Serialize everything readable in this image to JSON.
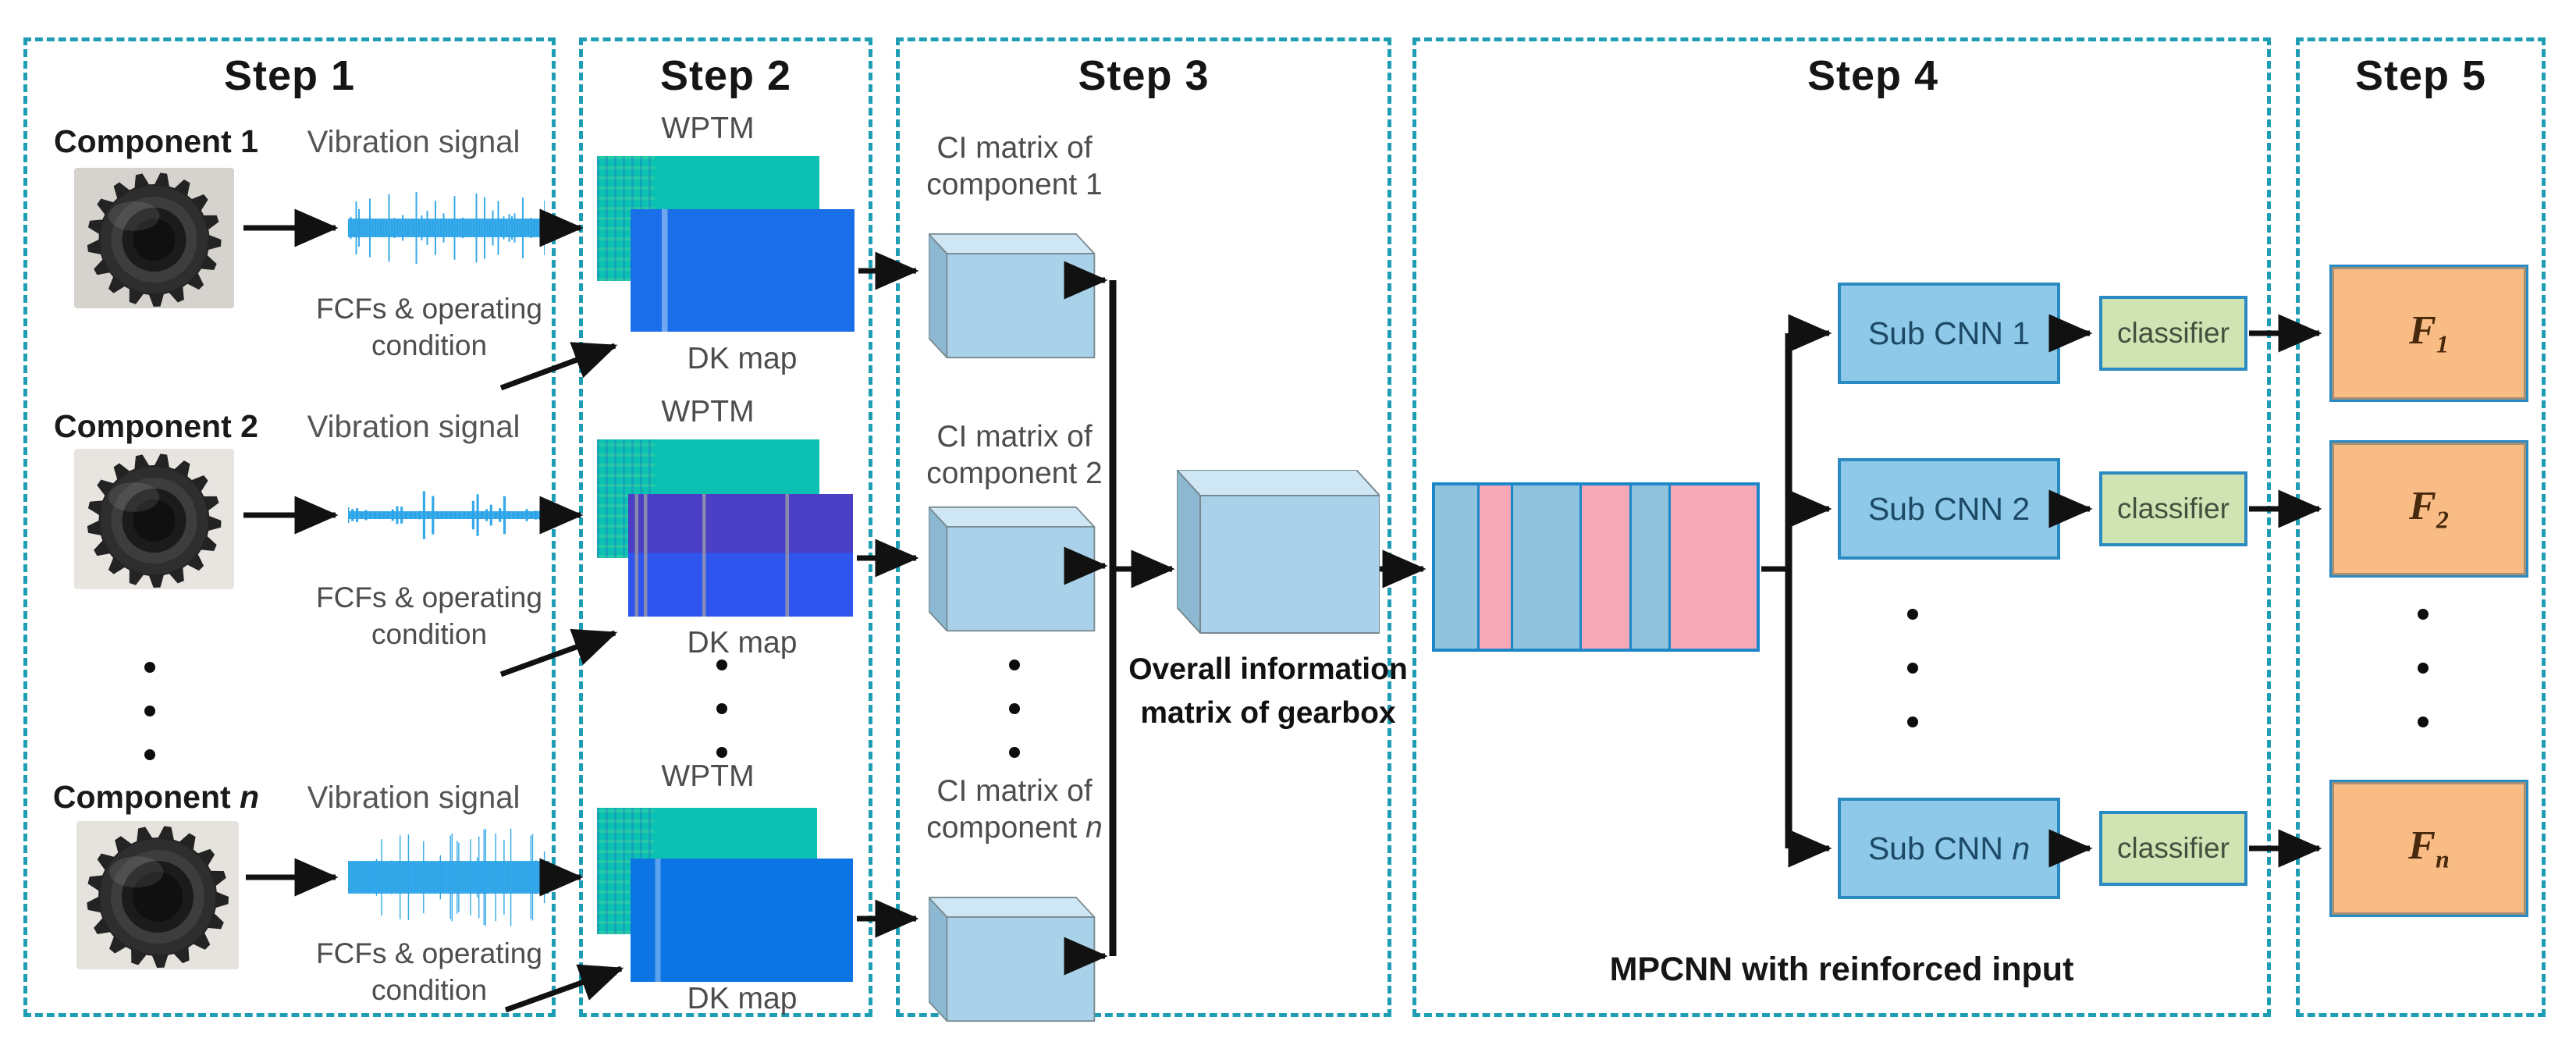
{
  "panels": [
    {
      "label": "Step 1"
    },
    {
      "label": "Step 2"
    },
    {
      "label": "Step 3"
    },
    {
      "label": "Step 4"
    },
    {
      "label": "Step 5"
    }
  ],
  "step1": {
    "rows": [
      {
        "component_prefix": "Component ",
        "component_var": "1",
        "var_style": "up",
        "signal_label": "Vibration signal",
        "fcf_line1": "FCFs & operating",
        "fcf_line2": "condition"
      },
      {
        "component_prefix": "Component ",
        "component_var": "2",
        "var_style": "up",
        "signal_label": "Vibration signal",
        "fcf_line1": "FCFs & operating",
        "fcf_line2": "condition"
      },
      {
        "component_prefix": "Component ",
        "component_var": "n",
        "var_style": "it",
        "signal_label": "Vibration signal",
        "fcf_line1": "FCFs & operating",
        "fcf_line2": "condition"
      }
    ]
  },
  "step2": {
    "groups": [
      {
        "top_label": "WPTM",
        "bottom_label": "DK map"
      },
      {
        "top_label": "WPTM",
        "bottom_label": "DK map"
      },
      {
        "top_label": "WPTM",
        "bottom_label": "DK map"
      }
    ]
  },
  "step3": {
    "ci_labels": [
      {
        "line1": "CI matrix of",
        "line2_prefix": "component ",
        "line2_var": "1",
        "var_style": "up"
      },
      {
        "line1": "CI matrix of",
        "line2_prefix": "component ",
        "line2_var": "2",
        "var_style": "up"
      },
      {
        "line1": "CI matrix of",
        "line2_prefix": "component ",
        "line2_var": "n",
        "var_style": "it"
      }
    ],
    "overall_line1": "Overall information",
    "overall_line2": "matrix of gearbox"
  },
  "step4": {
    "branches": [
      {
        "cnn_prefix": "Sub CNN ",
        "cnn_var": "1",
        "var_style": "up",
        "classifier_label": "classifier"
      },
      {
        "cnn_prefix": "Sub CNN ",
        "cnn_var": "2",
        "var_style": "up",
        "classifier_label": "classifier"
      },
      {
        "cnn_prefix": "Sub CNN ",
        "cnn_var": "n",
        "var_style": "it",
        "classifier_label": "classifier"
      }
    ],
    "caption": "MPCNN with reinforced input"
  },
  "step5": {
    "outputs": [
      {
        "symbol": "F",
        "subscript": "1"
      },
      {
        "symbol": "F",
        "subscript": "2"
      },
      {
        "symbol": "F",
        "subscript": "n"
      }
    ]
  },
  "colors": {
    "panel_border": "#1f9db4",
    "wptm_teal": "#0bc1b2",
    "dk_blue": "#1a6fe8",
    "dk_purple": "#4a3fc5",
    "cube_face": "#a9d2ea",
    "stripe_blue": "#8fc3de",
    "stripe_pink": "#f5a8b8",
    "subcnn_fill": "#8ec9e9",
    "classifier_fill": "#cfe3b3",
    "output_fill": "#f9bc84",
    "signal_blue": "#29a3e8",
    "arrow_black": "#111111"
  }
}
